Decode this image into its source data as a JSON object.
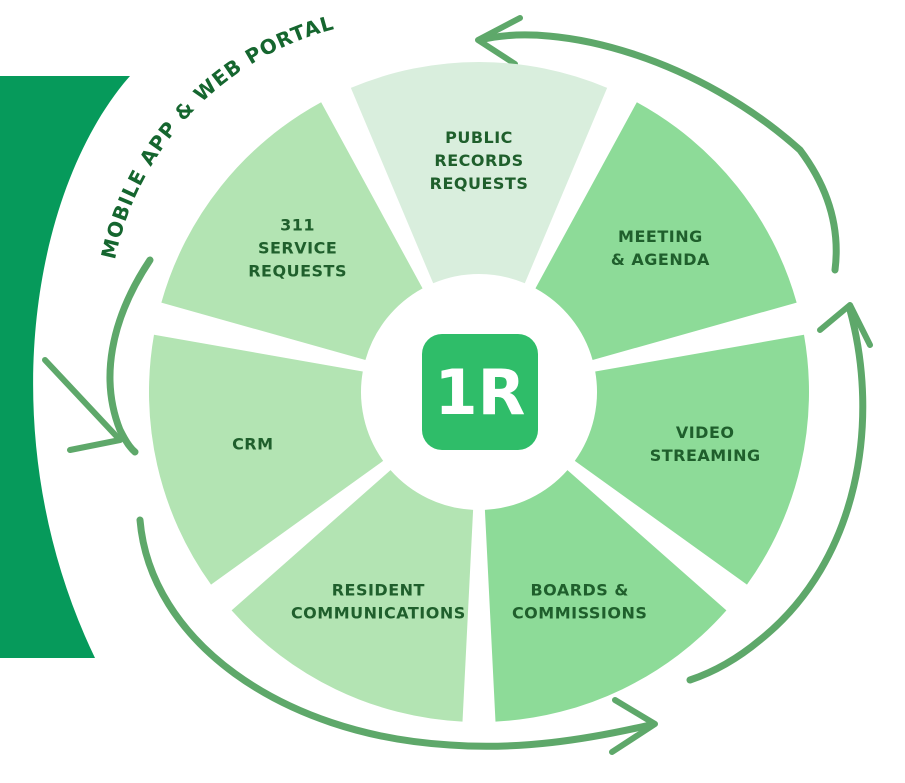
{
  "colors": {
    "band": "#069a5b",
    "segment_light": "#b3e4b3",
    "segment_mid": "#8ddb98",
    "segment_palest": "#d9eedd",
    "hub": "#ffffff",
    "logo_bg": "#2fbd69",
    "arrow": "#5ea86a",
    "text": "#1f5f2c"
  },
  "arc_title": "MOBILE APP & WEB PORTAL",
  "logo": {
    "text": "1R",
    "icon": "app-logo-icon"
  },
  "segments": [
    {
      "id": "public-records",
      "lines": [
        "PUBLIC",
        "RECORDS",
        "REQUESTS"
      ],
      "tone": "palest"
    },
    {
      "id": "meeting-agenda",
      "lines": [
        "MEETING",
        "& AGENDA"
      ],
      "tone": "mid"
    },
    {
      "id": "video-streaming",
      "lines": [
        "VIDEO",
        "STREAMING"
      ],
      "tone": "mid"
    },
    {
      "id": "boards-commissions",
      "lines": [
        "BOARDS &",
        "COMMISSIONS"
      ],
      "tone": "mid"
    },
    {
      "id": "resident-communications",
      "lines": [
        "RESIDENT",
        "COMMUNICATIONS"
      ],
      "tone": "light"
    },
    {
      "id": "crm",
      "lines": [
        "CRM"
      ],
      "tone": "light"
    },
    {
      "id": "311-service",
      "lines": [
        "311",
        "SERVICE",
        "REQUESTS"
      ],
      "tone": "light"
    }
  ]
}
